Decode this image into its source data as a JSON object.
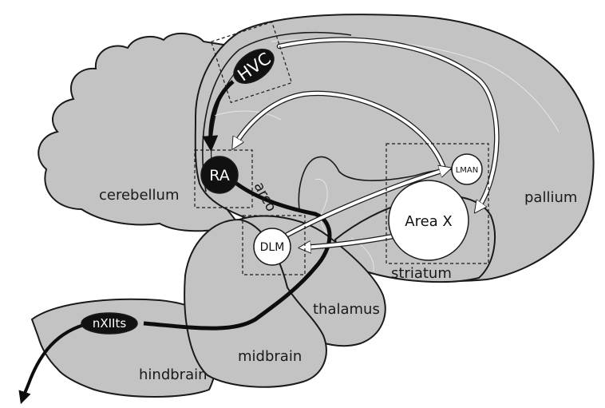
{
  "colors": {
    "background": "#ffffff",
    "brain_fill": "#c3c3c3",
    "outline": "#1a1a1a",
    "black_pathway": "#0d0d0d",
    "white_pathway": "#ffffff",
    "dark_nucleus": "#111111",
    "light_nucleus": "#ffffff"
  },
  "regions": {
    "pallium": "pallium",
    "cerebellum": "cerebellum",
    "striatum": "striatum",
    "thalamus": "thalamus",
    "midbrain": "midbrain",
    "hindbrain": "hindbrain",
    "arco": "arco"
  },
  "nuclei": {
    "hvc": "HVC",
    "ra": "RA",
    "lman": "LMAN",
    "area_x": "Area X",
    "dlm": "DLM",
    "nxiits": "nXIIts"
  },
  "pathways": {
    "motor": {
      "color": "black",
      "sequence": [
        "HVC",
        "RA",
        "nXIIts"
      ]
    },
    "anterior_forebrain": {
      "color": "white",
      "sequence": [
        "HVC",
        "Area X",
        "DLM",
        "LMAN",
        "RA"
      ]
    }
  }
}
